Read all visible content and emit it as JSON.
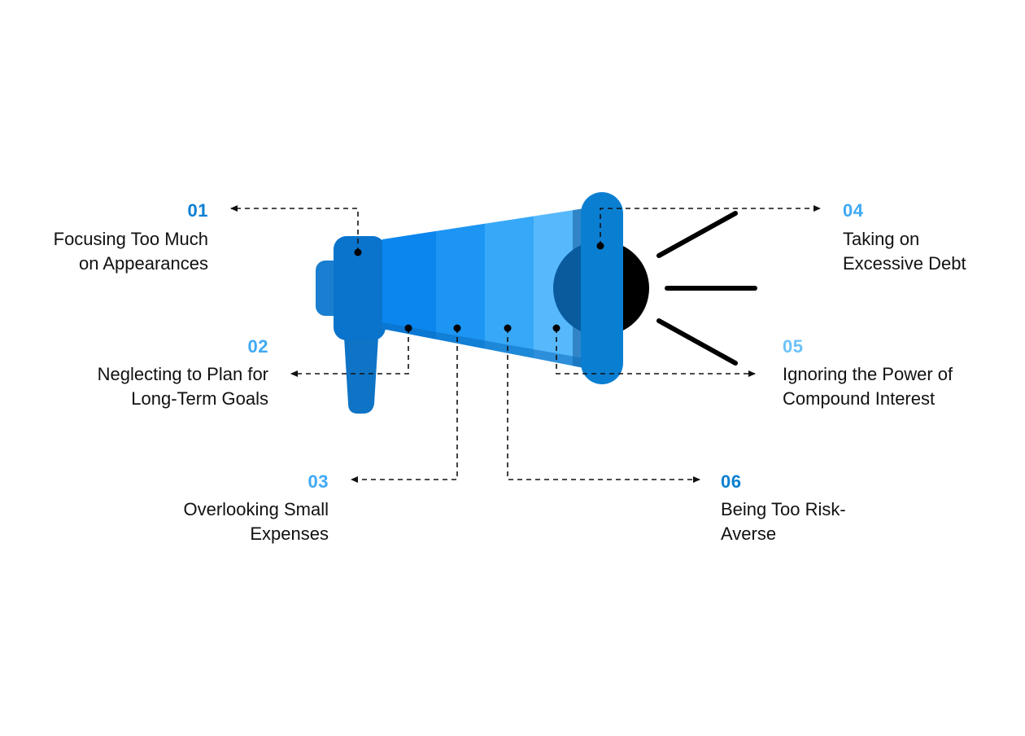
{
  "colors": {
    "dark_blue": "#0a7fd2",
    "light_blue": "#3fa9f5",
    "label_text": "#111111",
    "connector": "#111111",
    "megaphone_body": "#1a86d9",
    "megaphone_handle": "#0f74c6",
    "cone_gradient": [
      "#0a86ee",
      "#1a94f3",
      "#34a6f8",
      "#55b8fb"
    ],
    "speaker": "#000000"
  },
  "icons": [
    "megaphone-icon",
    "sound-wave-lines-icon"
  ],
  "items": [
    {
      "number": "01",
      "lines": [
        "Focusing Too Much",
        "on Appearances"
      ],
      "color": "#0a7fd2"
    },
    {
      "number": "02",
      "lines": [
        "Neglecting to Plan for",
        "Long-Term Goals"
      ],
      "color": "#3fa9f5"
    },
    {
      "number": "03",
      "lines": [
        "Overlooking Small",
        "Expenses"
      ],
      "color": "#3fa9f5"
    },
    {
      "number": "04",
      "lines": [
        "Taking on",
        "Excessive Debt"
      ],
      "color": "#3fa9f5"
    },
    {
      "number": "05",
      "lines": [
        "Ignoring the Power of",
        "Compound Interest"
      ],
      "color": "#6cc2f8"
    },
    {
      "number": "06",
      "lines": [
        "Being Too Risk-",
        "Averse"
      ],
      "color": "#0a7fd2"
    }
  ]
}
